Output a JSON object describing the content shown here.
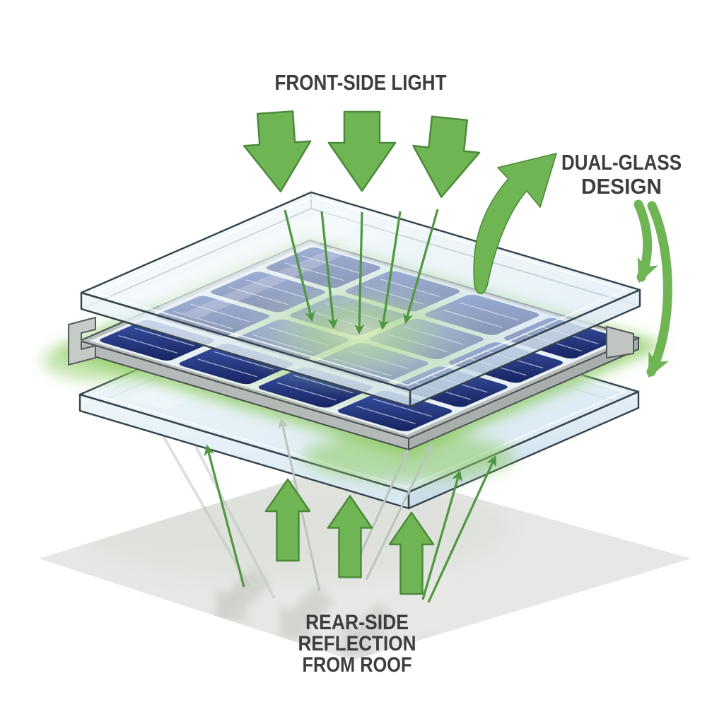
{
  "figure": {
    "type": "diagram",
    "subject": "Bifacial dual-glass solar panel exploded view with front-side light and rear-side roof reflection",
    "front_light_arrows": 3,
    "transmitted_light_rays": 5,
    "rear_reflection_arrows": 3,
    "glass_pointer_arrows": 2,
    "panel_layers": 3
  },
  "labels": {
    "front_side_light": "FRONT-SIDE LIGHT",
    "dual_glass_line1": "DUAL-GLASS",
    "dual_glass_line2": "DESIGN",
    "rear_side_line1": "REAR-SIDE",
    "rear_side_line2": "REFLECTION",
    "rear_side_line3": "FROM ROOF"
  },
  "colors": {
    "arrow_green": "#6fb554",
    "arrow_green_dark": "#4c8a3a",
    "thin_green": "#4f9740",
    "pale_ray": "#b9c4bb",
    "ink": "#3d3d3d",
    "glass_edge": "#36424a",
    "roof": "#e9eae7",
    "glow_green": "#a9d77e",
    "cell_navy": "#1d2d6f",
    "cell_navy_light": "#3a51a5",
    "glass_blue": "#d9e9f2",
    "frame_gray": "#b7bdba",
    "shadow_gray": "#cdd0ca"
  }
}
